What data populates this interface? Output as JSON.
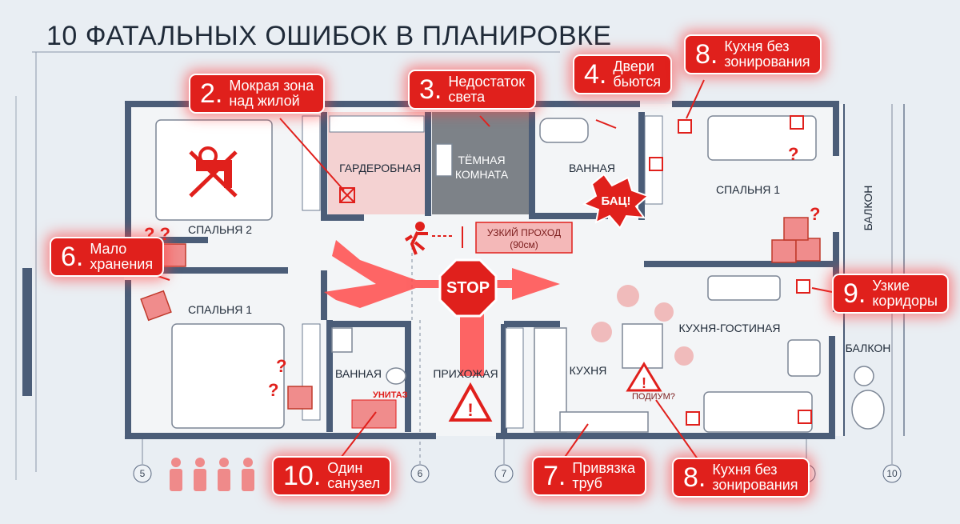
{
  "title": "10 ФАТАЛЬНЫХ ОШИБОК В ПЛАНИРОВКЕ",
  "rooms": {
    "bedroom2": "СПАЛЬНЯ 2",
    "wardrobe": "ГАРДЕРОБНАЯ",
    "dark_room_line1": "ТЁМНАЯ",
    "dark_room_line2": "КОМНАТА",
    "bathroom_top": "ВАННАЯ",
    "bedroom1_right": "СПАЛЬНЯ 1",
    "balcony_top": "БАЛКОН",
    "bedroom1_left": "СПАЛЬНЯ 1",
    "bathroom_bottom": "ВАННАЯ",
    "hallway": "ПРИХОЖАЯ",
    "kitchen": "КУХНЯ",
    "kitchen_living": "КУХНЯ-ГОСТИНАЯ",
    "balcony_bottom": "БАЛКОН"
  },
  "labels": {
    "narrow_line1": "УЗКИЙ ПРОХОД",
    "narrow_line2": "(90см)",
    "stop": "STOP",
    "bang": "БАЦ!",
    "toilet": "УНИТАЗ",
    "podium": "ПОДИУМ?"
  },
  "axes": [
    "5",
    "6",
    "7",
    "9",
    "10"
  ],
  "callouts": [
    {
      "num": "2.",
      "line1": "Мокрая зона",
      "line2": "над жилой"
    },
    {
      "num": "3.",
      "line1": "Недостаток",
      "line2": "света"
    },
    {
      "num": "4.",
      "line1": "Двери",
      "line2": "бьются"
    },
    {
      "num": "8.",
      "line1": "Кухня без",
      "line2": "зонирования"
    },
    {
      "num": "6.",
      "line1": "Мало",
      "line2": "хранения"
    },
    {
      "num": "9.",
      "line1": "Узкие",
      "line2": "коридоры"
    },
    {
      "num": "10.",
      "line1": "Один",
      "line2": "санузел"
    },
    {
      "num": "7.",
      "line1": "Привязка",
      "line2": "труб"
    },
    {
      "num": "8.",
      "line1": "Кухня без",
      "line2": "зонирования"
    }
  ],
  "colors": {
    "wall": "#4b5d78",
    "accent": "#e0201c",
    "background": "#e9eef3",
    "room": "#f3f5f7",
    "wardrobe": "#f4d2d2",
    "dark_room": "#7d8288"
  }
}
